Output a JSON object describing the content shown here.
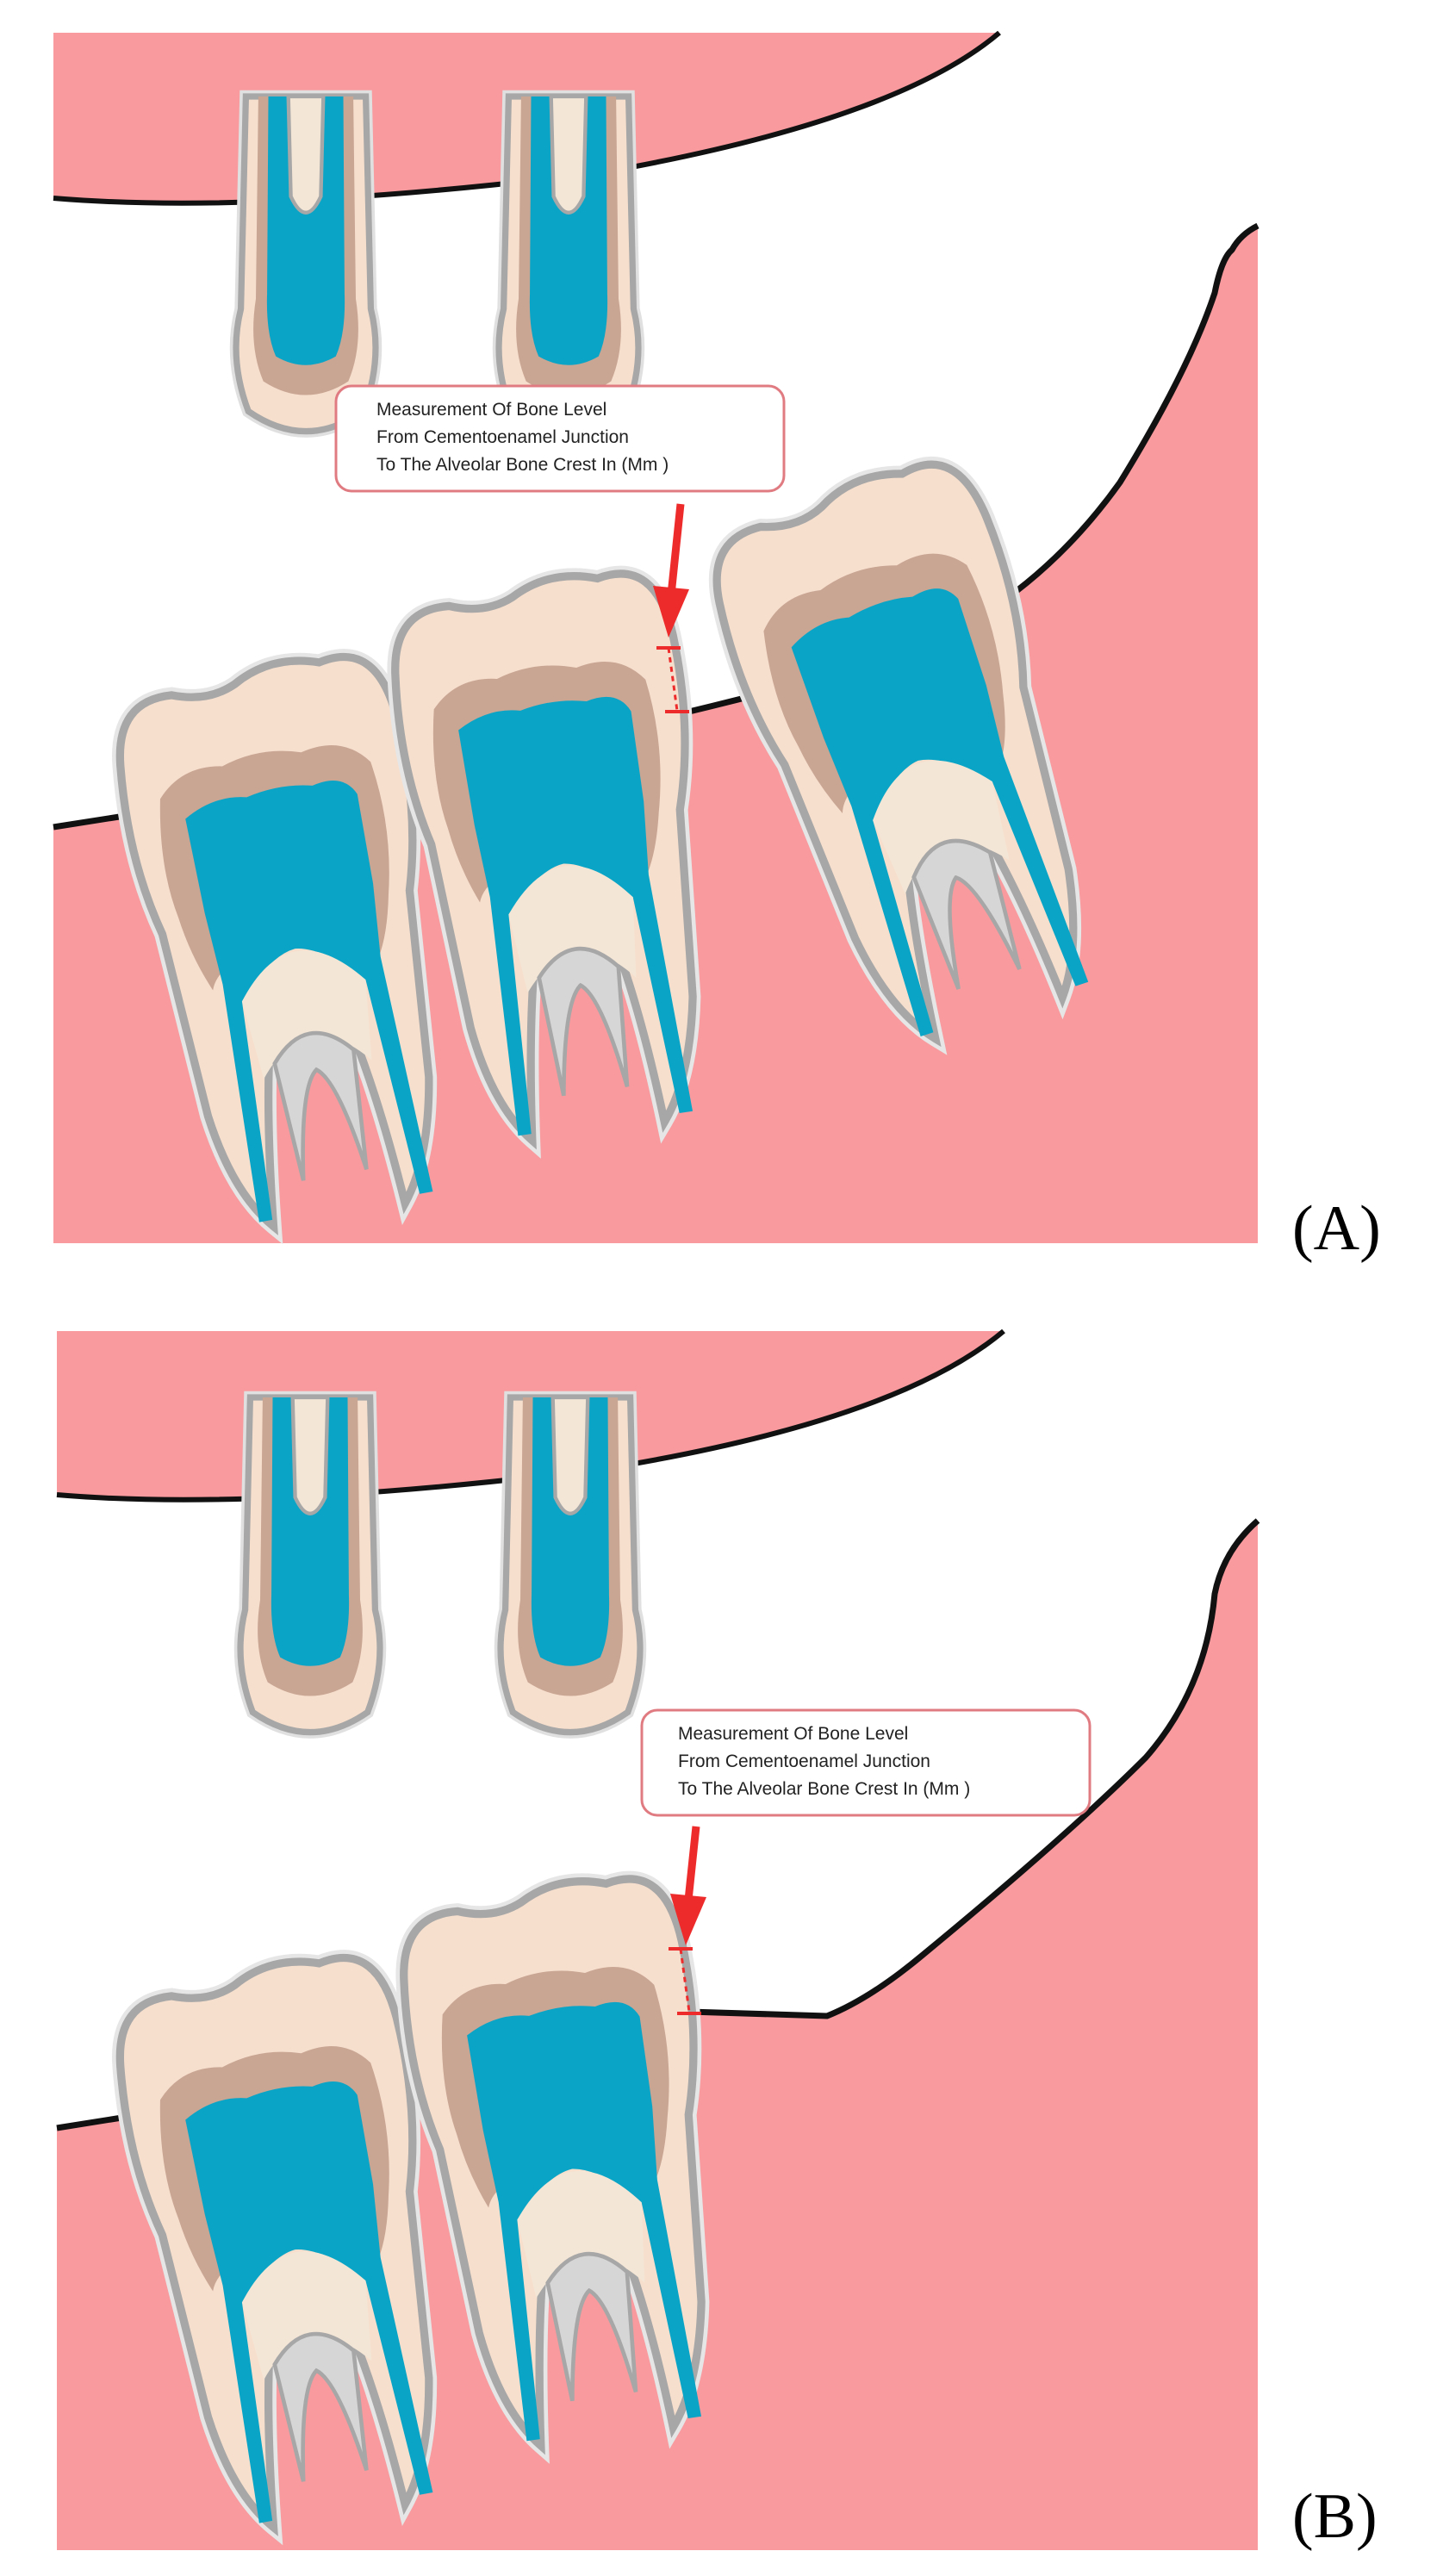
{
  "colors": {
    "gum": "#f89a9e",
    "bone_outline": "#111111",
    "pulp": "#0aa5c6",
    "dentin": "#c9a594",
    "enamel": "#f7dfcd",
    "cementum": "#f4e6d6",
    "tooth_outline": "#a7a7a7",
    "tooth_shadow": "#e6e6e6",
    "arrow": "#ee2b2b",
    "callout_border": "#e07b82",
    "callout_fill": "#ffffff",
    "panel_label": "#000000"
  },
  "panels": [
    {
      "label": "(A)",
      "annotation": {
        "lines": [
          "Measurement Of Bone Level",
          "From Cementoenamel Junction",
          "To The Alveolar Bone Crest In (Mm )"
        ]
      }
    },
    {
      "label": "(B)",
      "annotation": {
        "lines": [
          "Measurement Of Bone Level",
          "From Cementoenamel Junction",
          "To The Alveolar Bone Crest In (Mm )"
        ]
      }
    }
  ],
  "icons": {
    "arrow": "down-arrow-icon",
    "measurement_marker": "dashed-measurement-line-icon"
  }
}
